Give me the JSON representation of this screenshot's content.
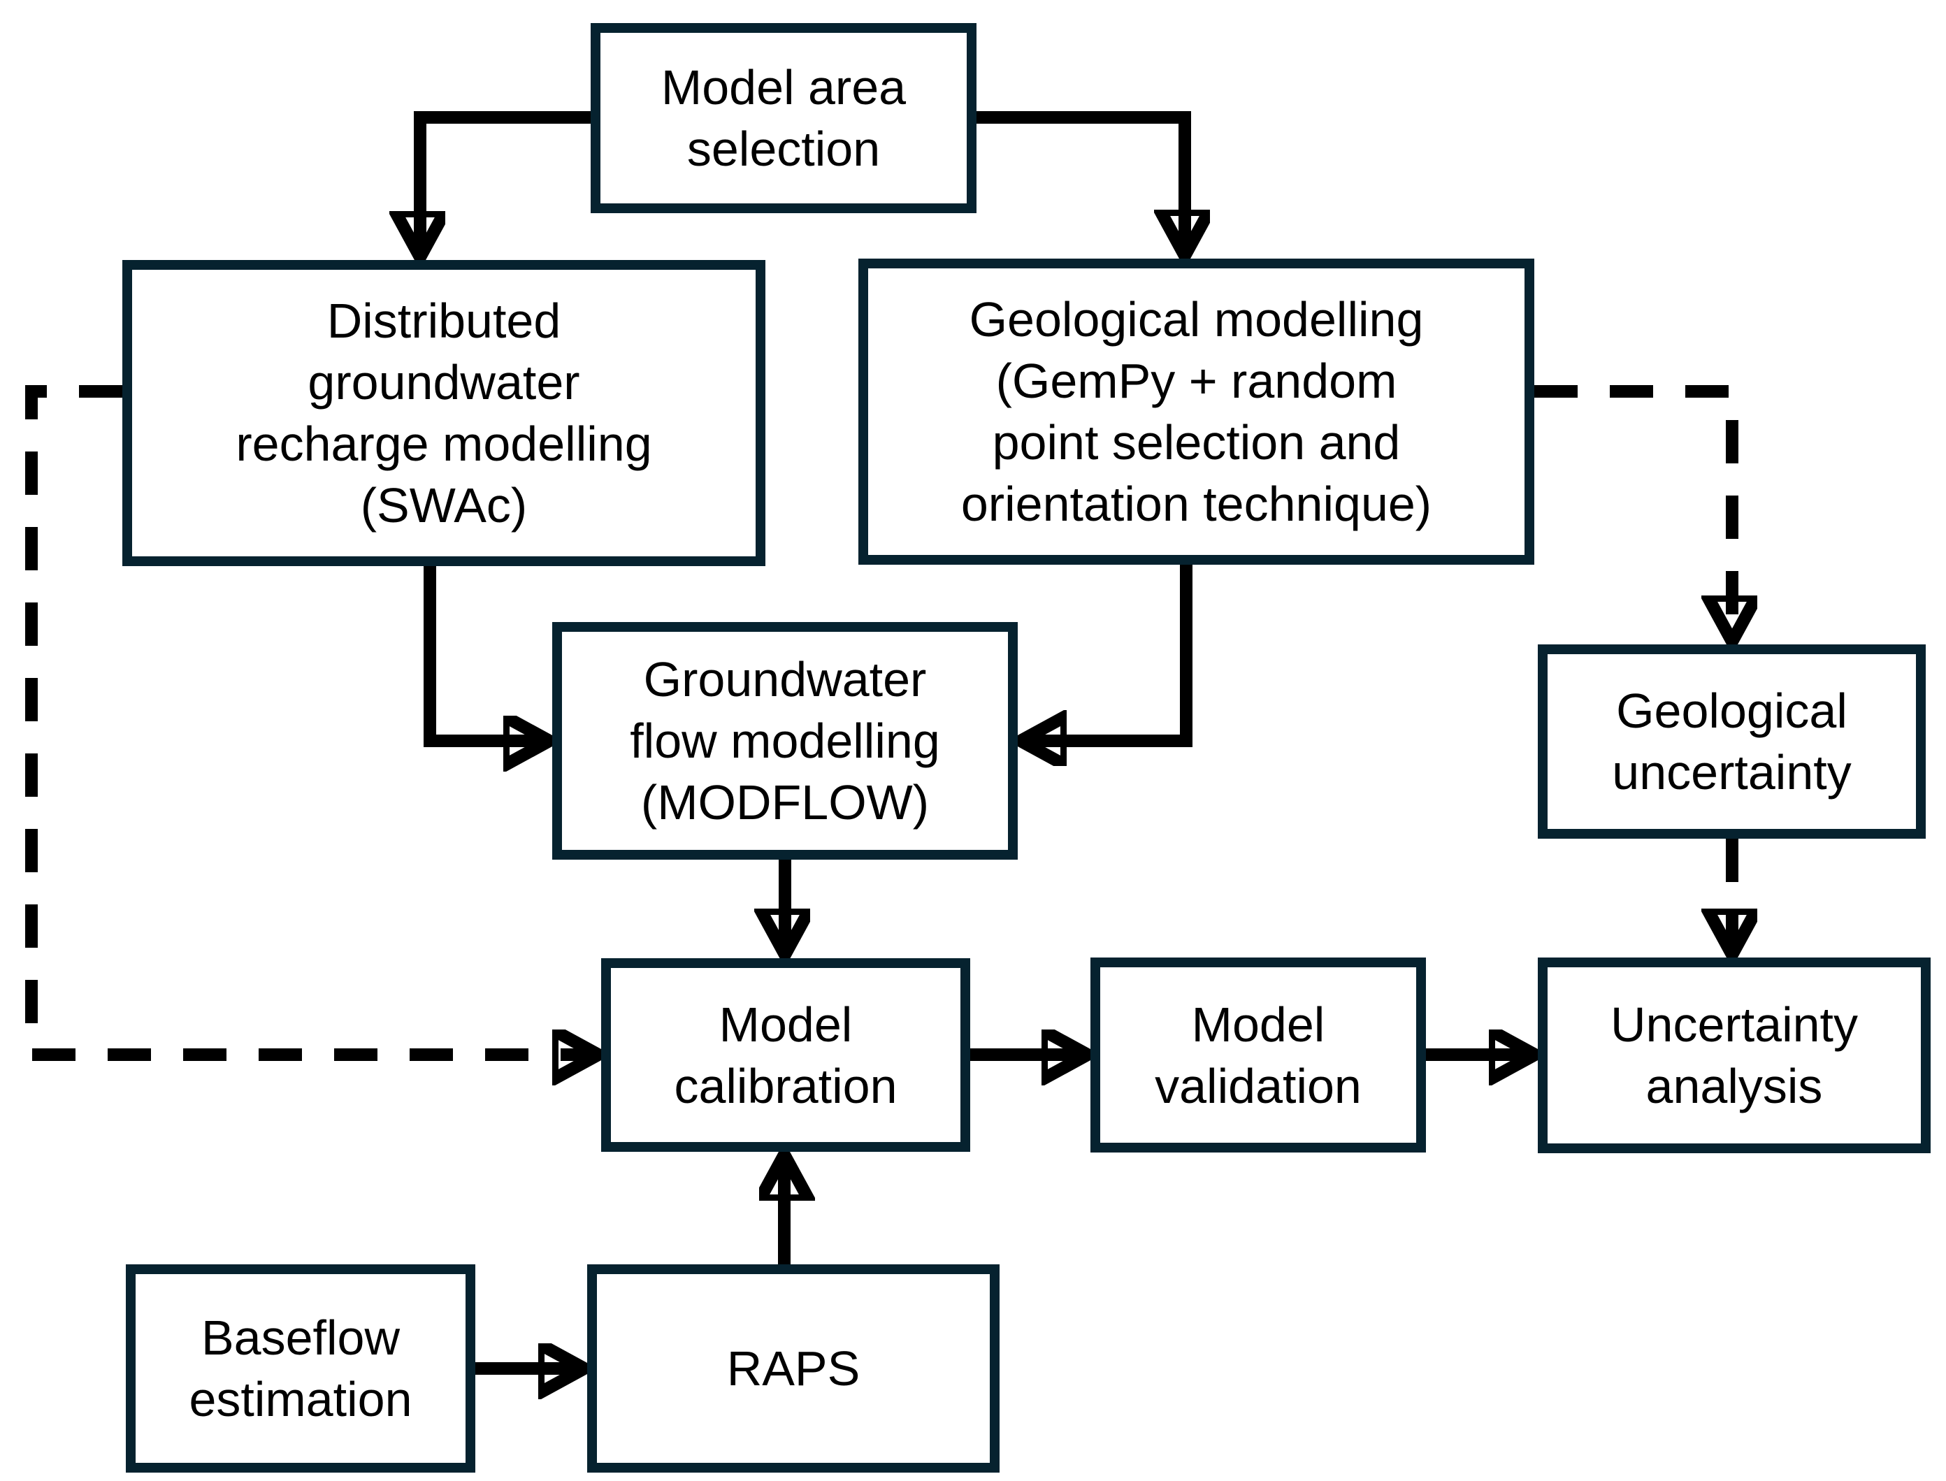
{
  "diagram": {
    "title": "Groundwater modelling workflow flowchart",
    "colors": {
      "box_border": "#06222f",
      "box_fill": "#ffffff",
      "text": "#000000",
      "connector": "#000000",
      "background": "#ffffff"
    },
    "boxes": {
      "model_area": {
        "label": "Model area\nselection"
      },
      "swac": {
        "label": "Distributed\ngroundwater\nrecharge modelling\n(SWAc)"
      },
      "geomod": {
        "label": "Geological modelling\n(GemPy + random\npoint selection and\norientation technique)"
      },
      "modflow": {
        "label": "Groundwater\nflow modelling\n(MODFLOW)"
      },
      "geo_uncertainty": {
        "label": "Geological\nuncertainty"
      },
      "calibration": {
        "label": "Model\ncalibration"
      },
      "validation": {
        "label": "Model\nvalidation"
      },
      "uncertainty_analysis": {
        "label": "Uncertainty\nanalysis"
      },
      "baseflow": {
        "label": "Baseflow\nestimation"
      },
      "raps": {
        "label": "RAPS"
      }
    },
    "connections": [
      {
        "from": "model_area",
        "to": "swac",
        "style": "solid"
      },
      {
        "from": "model_area",
        "to": "geomod",
        "style": "solid"
      },
      {
        "from": "swac",
        "to": "modflow",
        "style": "solid"
      },
      {
        "from": "geomod",
        "to": "modflow",
        "style": "solid"
      },
      {
        "from": "modflow",
        "to": "calibration",
        "style": "solid"
      },
      {
        "from": "calibration",
        "to": "validation",
        "style": "solid"
      },
      {
        "from": "validation",
        "to": "uncertainty_analysis",
        "style": "solid"
      },
      {
        "from": "baseflow",
        "to": "raps",
        "style": "solid"
      },
      {
        "from": "raps",
        "to": "calibration",
        "style": "solid"
      },
      {
        "from": "swac",
        "to": "calibration",
        "style": "dashed"
      },
      {
        "from": "geomod",
        "to": "geo_uncertainty",
        "style": "dashed"
      },
      {
        "from": "geo_uncertainty",
        "to": "uncertainty_analysis",
        "style": "dashed"
      }
    ]
  }
}
